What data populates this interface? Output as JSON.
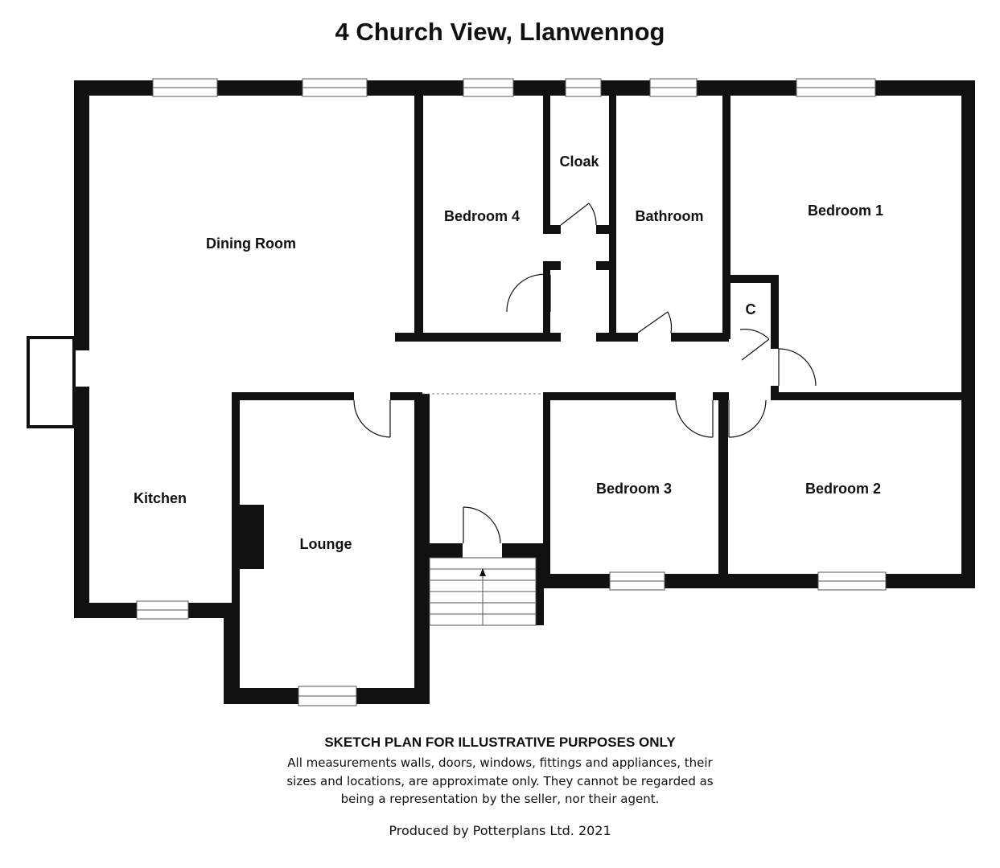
{
  "title": "4 Church View, Llanwennog",
  "rooms": {
    "dining_room": "Dining Room",
    "kitchen": "Kitchen",
    "lounge": "Lounge",
    "bedroom_4": "Bedroom 4",
    "cloak": "Cloak",
    "bathroom": "Bathroom",
    "bedroom_1": "Bedroom 1",
    "cupboard": "C",
    "bedroom_3": "Bedroom 3",
    "bedroom_2": "Bedroom 2"
  },
  "disclaimer": {
    "heading": "SKETCH PLAN FOR ILLUSTRATIVE PURPOSES ONLY",
    "lines": [
      "All measurements walls, doors, windows, fittings and appliances, their",
      "sizes and locations, are approximate only. They cannot be regarded as",
      "being a representation by the seller, nor their agent."
    ]
  },
  "credit": "Produced by Potterplans Ltd. 2021"
}
